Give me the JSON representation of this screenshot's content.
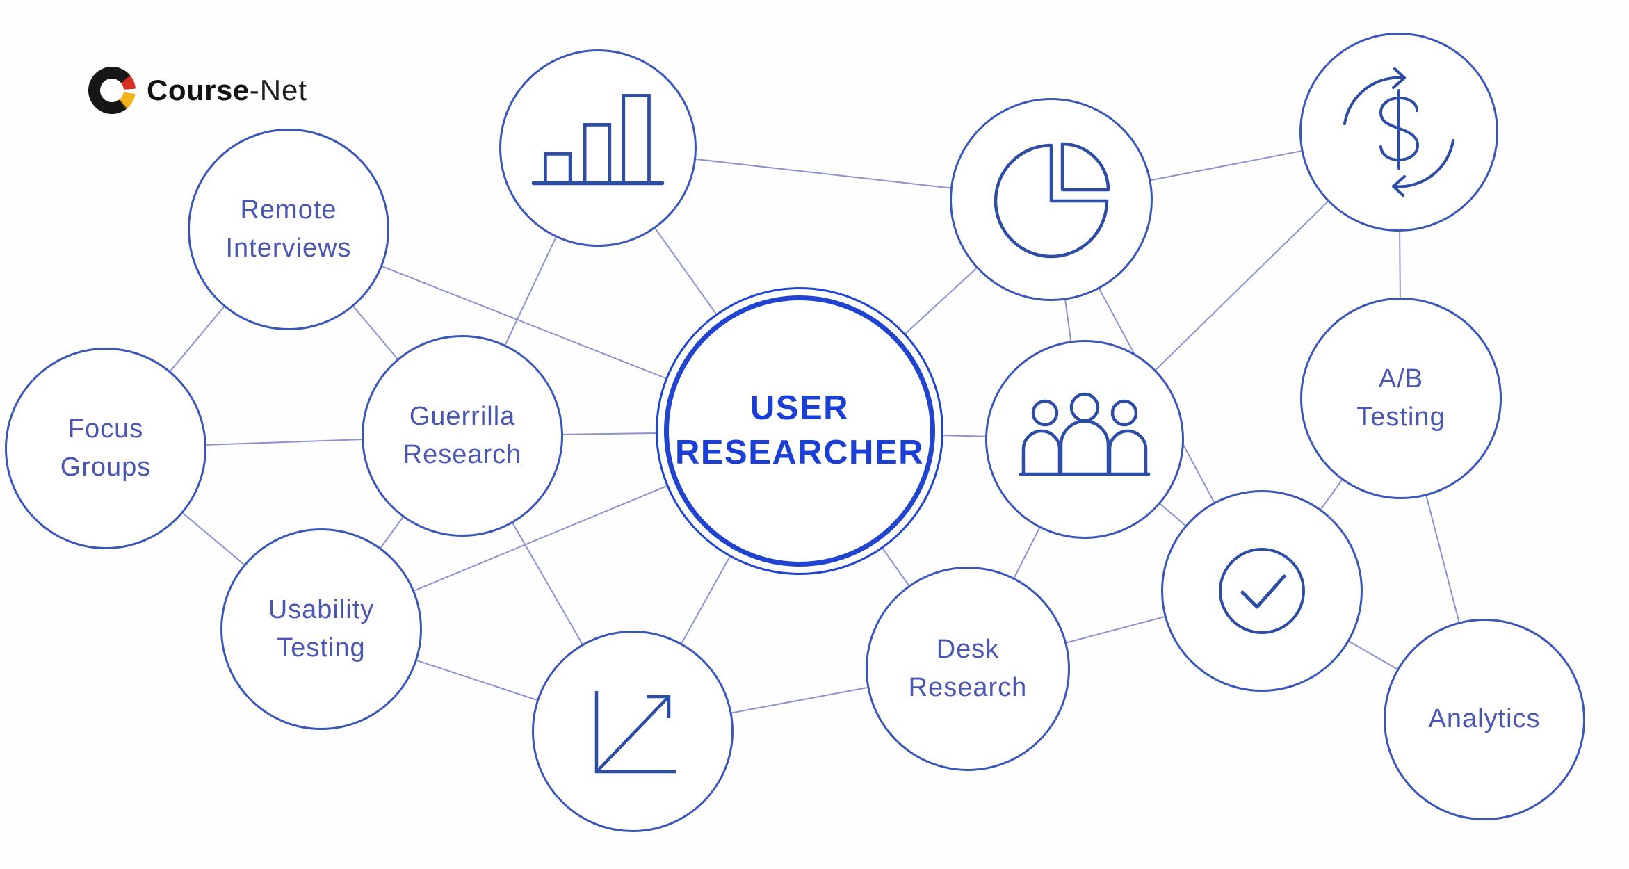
{
  "logo": {
    "brand_bold": "Course",
    "brand_light": "-Net"
  },
  "center": {
    "line1": "USER",
    "line2": "RESEARCHER"
  },
  "nodes": {
    "remote_interviews": {
      "line1": "Remote",
      "line2": "Interviews"
    },
    "focus_groups": {
      "line1": "Focus",
      "line2": "Groups"
    },
    "guerrilla_research": {
      "line1": "Guerrilla",
      "line2": "Research"
    },
    "usability_testing": {
      "line1": "Usability",
      "line2": "Testing"
    },
    "desk_research": {
      "line1": "Desk",
      "line2": "Research"
    },
    "ab_testing": {
      "line1": "A/B",
      "line2": "Testing"
    },
    "analytics": {
      "line1": "Analytics",
      "line2": ""
    }
  },
  "icon_nodes": {
    "bar_chart": "bar-chart-icon",
    "pie_chart": "pie-chart-icon",
    "team": "team-people-icon",
    "money_cycle": "dollar-cycle-icon",
    "checkmark": "checkmark-icon",
    "growth_chart": "growth-arrow-icon"
  },
  "edges": [
    [
      "focus_groups",
      "remote_interviews"
    ],
    [
      "focus_groups",
      "guerrilla_research"
    ],
    [
      "focus_groups",
      "usability_testing"
    ],
    [
      "remote_interviews",
      "guerrilla_research"
    ],
    [
      "remote_interviews",
      "user_researcher"
    ],
    [
      "bar_chart",
      "guerrilla_research"
    ],
    [
      "bar_chart",
      "user_researcher"
    ],
    [
      "bar_chart",
      "pie_chart"
    ],
    [
      "guerrilla_research",
      "user_researcher"
    ],
    [
      "guerrilla_research",
      "usability_testing"
    ],
    [
      "guerrilla_research",
      "growth_chart"
    ],
    [
      "usability_testing",
      "growth_chart"
    ],
    [
      "usability_testing",
      "user_researcher"
    ],
    [
      "user_researcher",
      "team"
    ],
    [
      "user_researcher",
      "pie_chart"
    ],
    [
      "user_researcher",
      "desk_research"
    ],
    [
      "user_researcher",
      "growth_chart"
    ],
    [
      "pie_chart",
      "team"
    ],
    [
      "pie_chart",
      "money_cycle"
    ],
    [
      "pie_chart",
      "checkmark"
    ],
    [
      "team",
      "checkmark"
    ],
    [
      "team",
      "desk_research"
    ],
    [
      "team",
      "money_cycle"
    ],
    [
      "money_cycle",
      "ab_testing"
    ],
    [
      "ab_testing",
      "analytics"
    ],
    [
      "ab_testing",
      "checkmark"
    ],
    [
      "checkmark",
      "analytics"
    ],
    [
      "checkmark",
      "desk_research"
    ],
    [
      "growth_chart",
      "desk_research"
    ]
  ],
  "colors": {
    "node_stroke": "#3A57B8",
    "icon_stroke": "#2D4DA5",
    "edge": "#8B93CF",
    "center_ring": "#2144CF",
    "center_text": "#1B3FD4",
    "label_text": "#4A57B2",
    "logo_black": "#161616",
    "logo_red": "#D93025",
    "logo_yellow": "#F2B21A"
  }
}
